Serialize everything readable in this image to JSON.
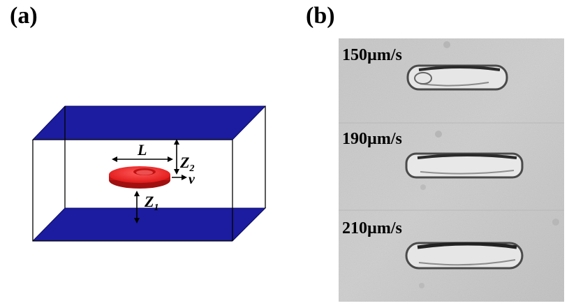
{
  "panels": {
    "a": {
      "label": "(a)",
      "annotations": {
        "L": "L",
        "Z2_main": "Z",
        "Z2_sub": "2",
        "v": "v",
        "Z1_main": "Z",
        "Z1_sub": "1"
      },
      "colors": {
        "plate": "#1c1ca0",
        "cell": "#e82020",
        "cell_dark": "#a01010"
      }
    },
    "b": {
      "label": "(b)",
      "frames": [
        {
          "speed": "150µm/s"
        },
        {
          "speed": "190µm/s"
        },
        {
          "speed": "210µm/s"
        }
      ]
    }
  }
}
